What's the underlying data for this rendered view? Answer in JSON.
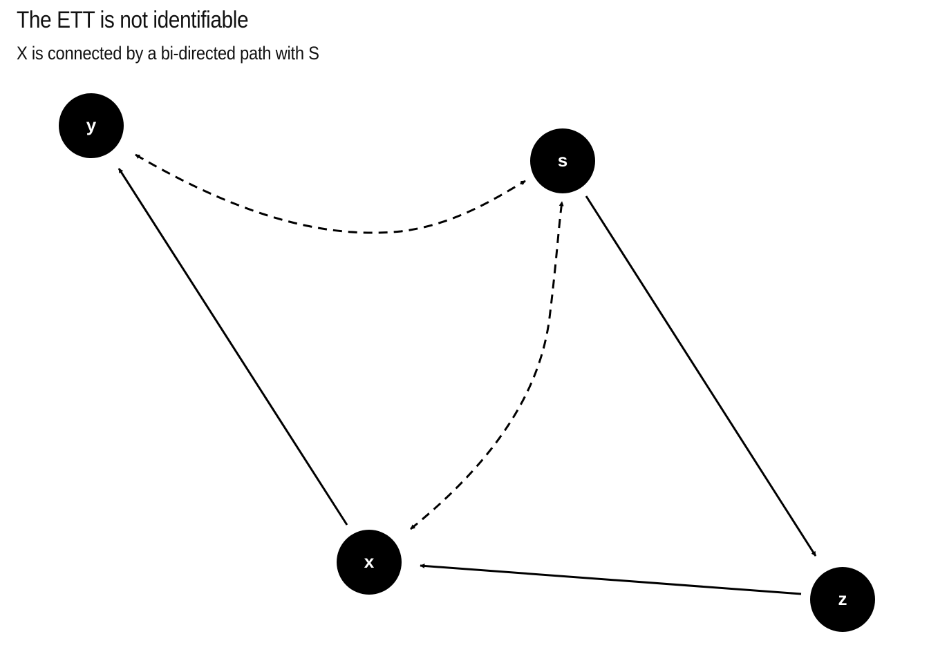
{
  "header": {
    "title": "The ETT is not identifiable",
    "subtitle": "X is connected by a bi-directed path with S"
  },
  "diagram": {
    "node_fill": "#000000",
    "label_color": "#ffffff",
    "edge_color": "#000000",
    "nodes": [
      {
        "id": "y",
        "label": "y"
      },
      {
        "id": "s",
        "label": "s"
      },
      {
        "id": "x",
        "label": "x"
      },
      {
        "id": "z",
        "label": "z"
      }
    ],
    "edges": [
      {
        "from": "x",
        "to": "y",
        "type": "directed"
      },
      {
        "from": "s",
        "to": "z",
        "type": "directed"
      },
      {
        "from": "z",
        "to": "x",
        "type": "directed"
      },
      {
        "from": "y",
        "to": "s",
        "type": "bidirected"
      },
      {
        "from": "x",
        "to": "s",
        "type": "bidirected"
      }
    ]
  }
}
